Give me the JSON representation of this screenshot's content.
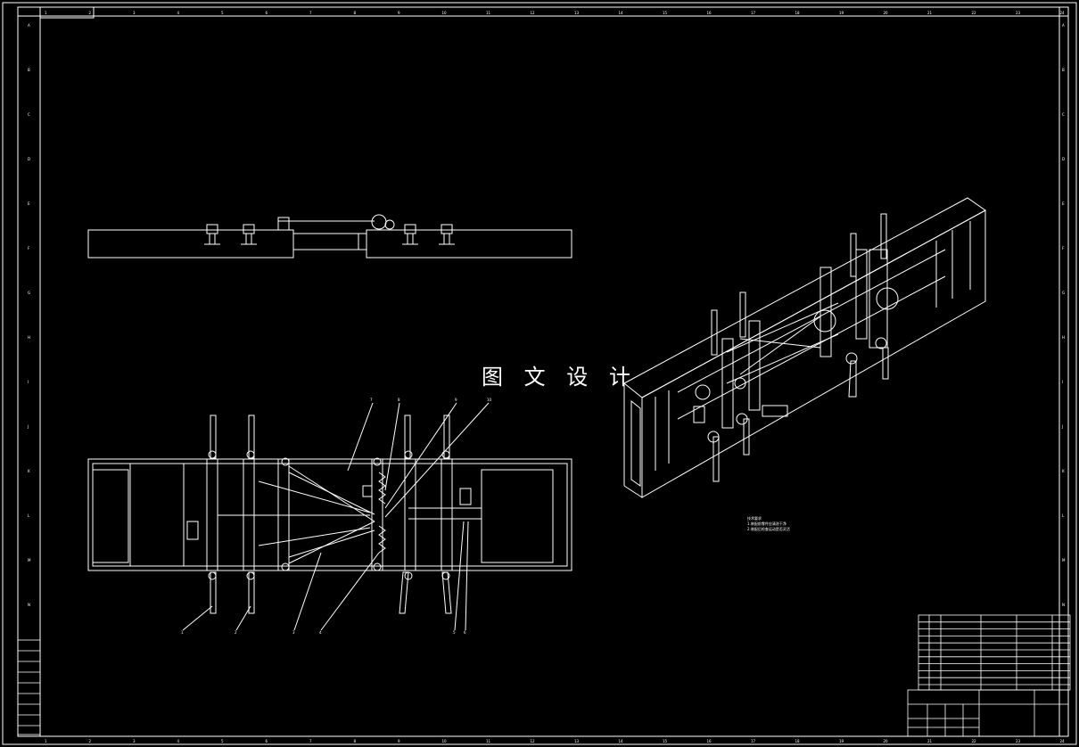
{
  "watermark": "图 文 设 计",
  "frame": {
    "top_zone_labels": [
      "1",
      "2",
      "3",
      "4",
      "5",
      "6",
      "7",
      "8",
      "9",
      "10",
      "11",
      "12",
      "13",
      "14",
      "15",
      "16",
      "17",
      "18",
      "19",
      "20",
      "21",
      "22",
      "23",
      "24"
    ],
    "left_zone_labels": [
      "A",
      "B",
      "C",
      "D",
      "E",
      "F",
      "G",
      "H",
      "I",
      "J",
      "K",
      "L",
      "M",
      "N"
    ]
  },
  "balloon_labels": [
    "1",
    "2",
    "3",
    "4",
    "5",
    "6",
    "7",
    "8",
    "9",
    "10"
  ],
  "technical_notes": [
    "技术要求",
    "1.装配前零件应清洗干净",
    "2.装配后检查运动是否灵活"
  ],
  "parts_table_rows": 10,
  "colors": {
    "background": "#000000",
    "lines": "#ffffff"
  }
}
